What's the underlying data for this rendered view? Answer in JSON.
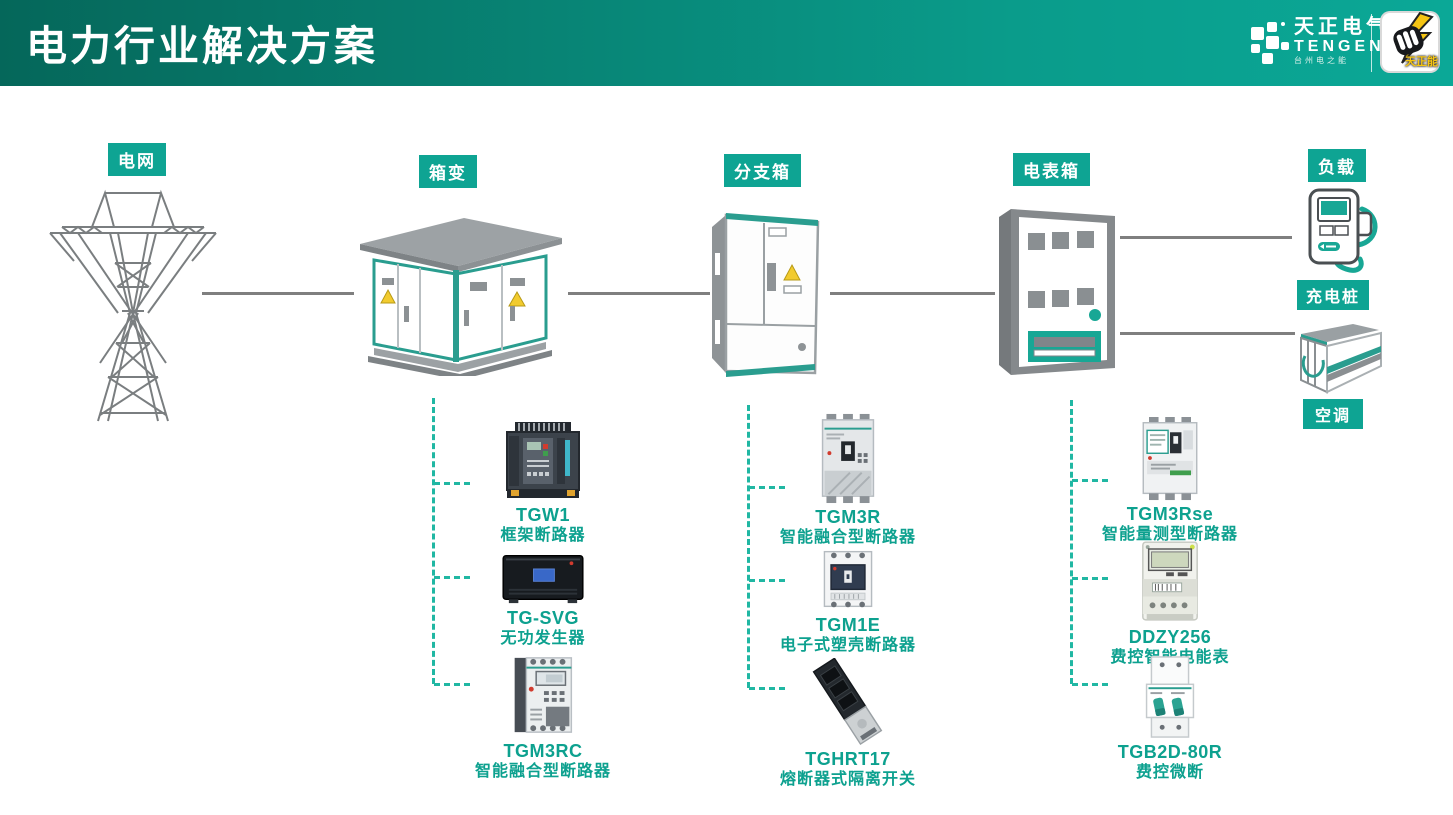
{
  "header": {
    "title": "电力行业解决方案",
    "brand_cn": "天正电气",
    "brand_en": "TENGEN",
    "tagline": "台州电之能",
    "mascot": "天正能"
  },
  "badges": {
    "grid": "电网",
    "transformer": "箱变",
    "branch": "分支箱",
    "meter": "电表箱",
    "load": "负载",
    "charger": "充电桩",
    "ac": "空调"
  },
  "products": {
    "transformer": [
      {
        "model": "TGW1",
        "desc": "框架断路器"
      },
      {
        "model": "TG-SVG",
        "desc": "无功发生器"
      },
      {
        "model": "TGM3RC",
        "desc": "智能融合型断路器"
      }
    ],
    "branch": [
      {
        "model": "TGM3R",
        "desc": "智能融合型断路器"
      },
      {
        "model": "TGM1E",
        "desc": "电子式塑壳断路器"
      },
      {
        "model": "TGHRT17",
        "desc": "熔断器式隔离开关"
      }
    ],
    "meter": [
      {
        "model": "TGM3Rse",
        "desc": "智能量测型断路器"
      },
      {
        "model": "DDZY256",
        "desc": "费控智能电能表"
      },
      {
        "model": "TGB2D-80R",
        "desc": "费控微断"
      }
    ]
  },
  "colors": {
    "header_left": "#05675A",
    "header_right": "#0BA897",
    "badge_teal": "#0EA493",
    "dash_teal": "#20B7A3",
    "product_text": "#0DA18F",
    "line_gray": "#7F7F7F",
    "cabinet_teal": "#2A9D8F",
    "warning_yellow": "#F2CB2E"
  }
}
